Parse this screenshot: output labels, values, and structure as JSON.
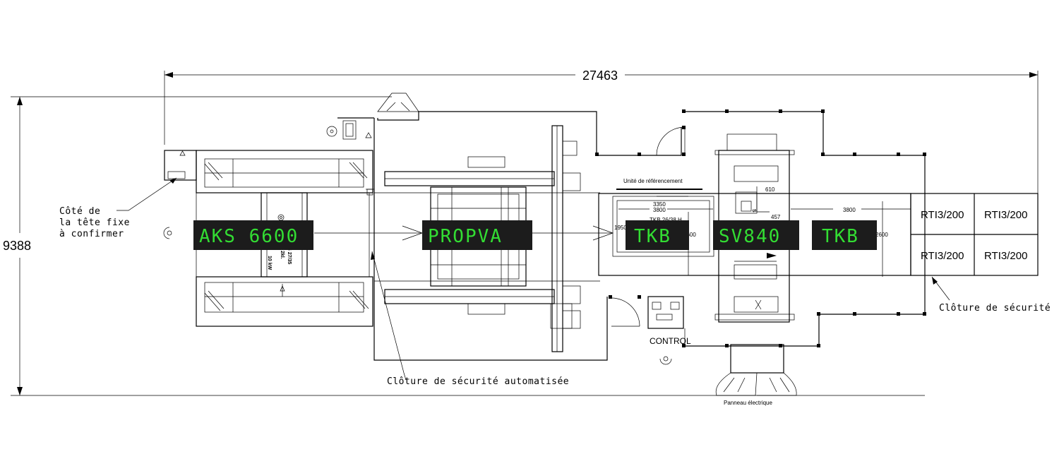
{
  "dimensions": {
    "overall_length": "27463",
    "overall_width": "9388",
    "d_610": "610",
    "d_457": "457",
    "d_3800_right": "3800",
    "d_3350": "3350",
    "d_3800_tkb": "3800",
    "d_1950": "1950",
    "d_2600_tkb": "2600",
    "d_2600_right": "2600"
  },
  "notes": {
    "fixed_head_line1": "Côté de",
    "fixed_head_line2": "la tête fixe",
    "fixed_head_line3": "à confirmer",
    "automated_fence": "Clôture de sécurité automatisée",
    "safety_fence": "Clôture de sécurité",
    "referencing_unit": "Unité de référencement",
    "electrical_panel": "Panneau électrique",
    "control": "CONTROL",
    "tkb_model": "TKB 26/38 H",
    "sv_rot": "S",
    "aks_rot1": "AKS 27/35",
    "aks_rot2": "2kl.",
    "aks_rot3": "10 kW"
  },
  "machines": [
    {
      "label": "AKS 6600"
    },
    {
      "label": "PROPVA"
    },
    {
      "label": "TKB"
    },
    {
      "label": "SV840"
    },
    {
      "label": "TKB"
    }
  ],
  "tables": [
    "RTI3/200",
    "RTI3/200",
    "RTI3/200",
    "RTI3/200"
  ],
  "colors": {
    "machine_label_bg": "#1c1c1c",
    "machine_label_text": "#33dd33",
    "lines": "#000000"
  }
}
